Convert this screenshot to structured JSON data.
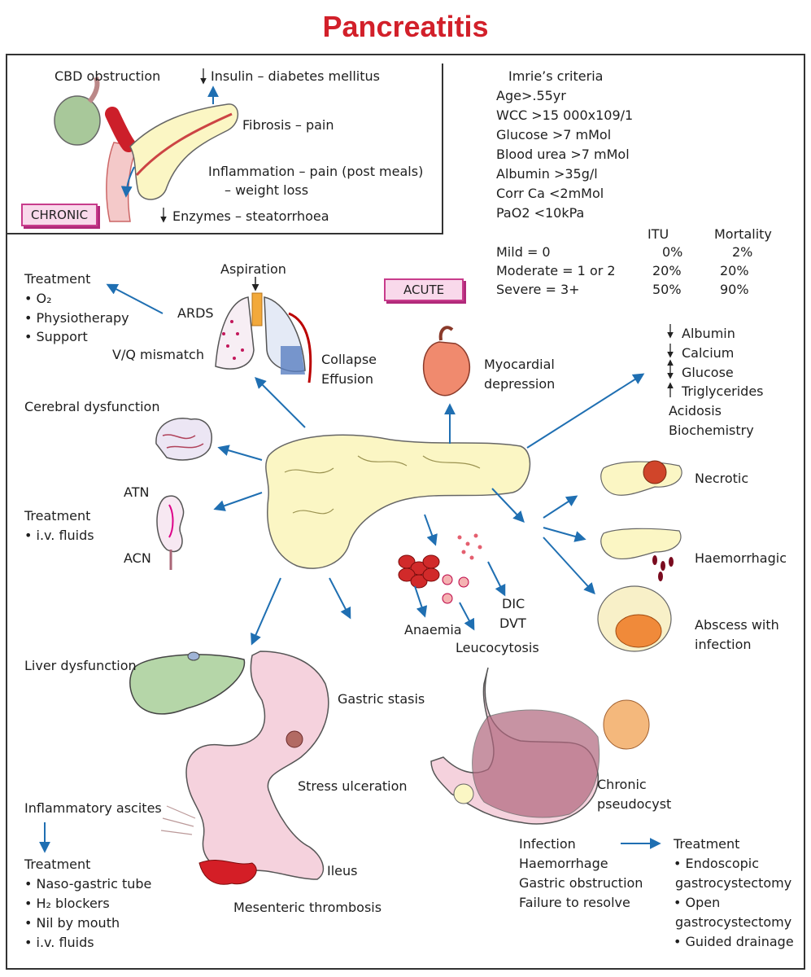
{
  "title": "Pancreatitis",
  "chronic": {
    "tag": "CHRONIC",
    "cbd_obstruction": "CBD obstruction",
    "insulin": "Insulin  – diabetes mellitus",
    "fibrosis": "Fibrosis – pain",
    "inflammation_1": "Inflammation – pain (post meals)",
    "inflammation_2": "– weight loss",
    "enzymes": "Enzymes – steatorrhoea"
  },
  "imrie": {
    "heading": "Imrie’s criteria",
    "criteria": [
      "Age>.55yr",
      "WCC >15 000x109/1",
      "Glucose >7 mMol",
      "Blood urea >7 mMol",
      "Albumin >35g/l",
      "Corr Ca <2mMol",
      "PaO2 <10kPa"
    ],
    "col_itu": "ITU",
    "col_mortality": "Mortality",
    "rows": [
      {
        "label": "Mild = 0",
        "itu": "0%",
        "mortality": "2%"
      },
      {
        "label": "Moderate = 1 or 2",
        "itu": "20%",
        "mortality": "20%"
      },
      {
        "label": "Severe = 3+",
        "itu": "50%",
        "mortality": "90%"
      }
    ]
  },
  "acute": {
    "tag": "ACUTE",
    "resp": {
      "treatment": "Treatment",
      "items": [
        "• O₂",
        "• Physiotherapy",
        "• Support"
      ],
      "aspiration": "Aspiration",
      "ards": "ARDS",
      "vq": "V/Q mismatch",
      "collapse": "Collapse",
      "effusion": "Effusion"
    },
    "myocardial_1": "Myocardial",
    "myocardial_2": "depression",
    "biochem": {
      "albumin": "Albumin",
      "calcium": "Calcium",
      "glucose": "Glucose",
      "triglycerides": "Triglycerides",
      "acidosis": "Acidosis",
      "biochemistry": "Biochemistry"
    },
    "cerebral": "Cerebral dysfunction",
    "renal": {
      "atn": "ATN",
      "acn": "ACN",
      "treatment": "Treatment",
      "items": [
        "• i.v. fluids"
      ]
    },
    "necrotic": "Necrotic",
    "haemorrhagic": "Haemorrhagic",
    "abscess_1": "Abscess with",
    "abscess_2": "infection",
    "dic": "DIC",
    "dvt": "DVT",
    "anaemia": "Anaemia",
    "leucocytosis": "Leucocytosis",
    "liver": "Liver dysfunction",
    "gastric_stasis": "Gastric stasis",
    "stress_ulceration": "Stress ulceration",
    "ascites": "Inflammatory ascites",
    "ascites_treatment": {
      "heading": "Treatment",
      "items": [
        "• Naso-gastric tube",
        "• H₂ blockers",
        "• Nil by mouth",
        "• i.v. fluids"
      ]
    },
    "ileus": "Ileus",
    "mesenteric": "Mesenteric thrombosis",
    "pseudocyst_1": "Chronic",
    "pseudocyst_2": "pseudocyst",
    "complications": [
      "Infection",
      "Haemorrhage",
      "Gastric obstruction",
      "Failure to resolve"
    ],
    "pseudo_treatment": {
      "heading": "Treatment",
      "items": [
        "• Endoscopic",
        "gastrocystectomy",
        "• Open",
        "gastrocystectomy",
        "• Guided drainage"
      ]
    }
  },
  "colors": {
    "title": "#d2202a",
    "arrow": "#1f6fb2",
    "pancreas": "#fbf6c4",
    "tag_fill": "#f9d9eb",
    "tag_border": "#c83c8c"
  }
}
